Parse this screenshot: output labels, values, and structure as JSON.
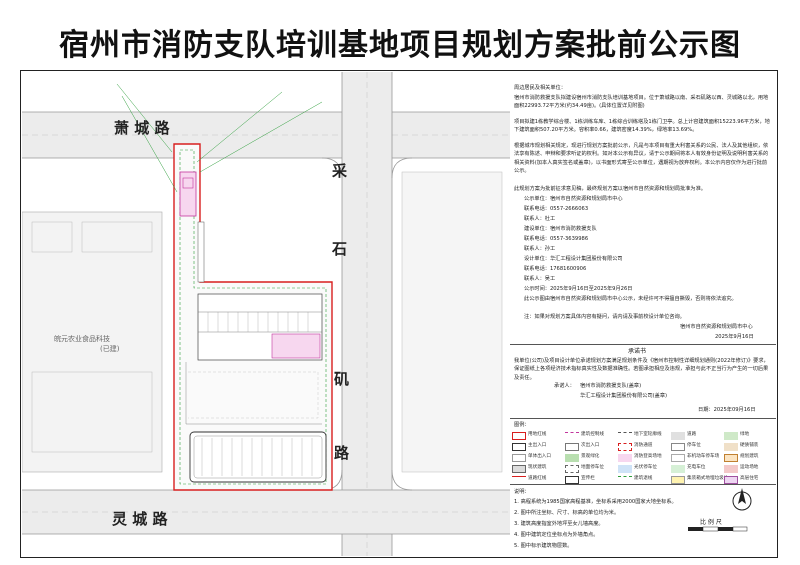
{
  "title": "宿州市消防支队培训基地项目规划方案批前公示图",
  "roads": {
    "north": "萧 城 路",
    "east": [
      "采",
      "石",
      "矶",
      "路"
    ],
    "south": "灵 城 路"
  },
  "neighbor": {
    "name": "皖元农业食品科技",
    "sub": "(已建)"
  },
  "notice": {
    "heading": "周边居民及相关单位：",
    "paragraphs": [
      "宿州市消防救援支队拟建设宿州市消防支队培训基地项目。位于萧城路以南、采石矶路以西、灵城路以北，用地面积22993.72平方米(约34.49亩)。(具体位置详见附图)",
      "项目拟建1栋教学综合楼、1栋训练车库、1栋综合训练塔及1栋门卫亭。总上计容建筑面积15223.96平方米，地下建筑面积507.20平方米。容积率0.66，建筑密度14.39%，绿地率13.69%。",
      "根据城市规划相关规定，现进行规划方案批前公示，凡是与本项目有重大利害关系的公民、法人及其他组织，依法享有陈述、申辩和要求听证的权利。如对本公示有异议，请于公示期间将本人有效身份证明及说明利害关系的相关资料(加本人真实签名或盖章)，以书面形式寄至公示单位，遇期视为放弃权利。本公示内容仅作为进行批前公示。",
      "此规划方案为批前征求意见稿，最终规划方案以宿州市自然资源和规划局批准为准。"
    ],
    "contacts": [
      "公示单位：宿州市自然资源和规划局市中心",
      "联系电话：0557-2666063",
      "联系人：杜工",
      "建设单位：宿州市消防救援支队",
      "联系电话：0557-3639986",
      "联系人：孙工",
      "设计单位：华汇工程设计集团股份有限公司",
      "联系电话：17681600906",
      "联系人：吴工"
    ],
    "period": "公示时间：2025年9月16日至2025年9月26日",
    "location": "此公示图由宿州市自然资源和规划局市中心公示，未经许可不得擅自撕毁，否则将依法追究。",
    "remark": "注：如果对规划方案具体内容有疑问，请内请及事前校设计单位咨询。",
    "signature": "宿州市自然资源和规划局市中心",
    "date": "2025年9月16日"
  },
  "commitment": {
    "heading": "承诺书",
    "body": "我单位(公司)及项目设计单位承诺规划方案满足规划条件及《宿州市控制性详细规划通则(2022年修订)》要求，保证图纸上各项经济技术指标真实性及数据准确性。若图承担相应及违规，承担与此不正当行为产生的一切后果及责任。",
    "party1_label": "承诺人：",
    "party1": "宿州市消防救援支队(盖章)",
    "party2": "华汇工程设计集团股份有限公司(盖章)",
    "date": "日期：2025年09月16日"
  },
  "legend": {
    "heading": "图例：",
    "items": [
      "用地红线",
      "建筑控制线",
      "地下室轮廓线",
      "道路",
      "绿地",
      "主出入口",
      "次出入口",
      "消防通道",
      "停车位",
      "硬质铺装",
      "单体出入口",
      "景观绿化",
      "消防登高场地",
      "非机动车停车场",
      "规划建筑",
      "现状建筑",
      "地面停车位",
      "光伏停车位",
      "充电车位",
      "运动场地",
      "道路红线",
      "宣传栏",
      "建筑退线",
      "集装箱式地埋垃圾站",
      "高层住宅"
    ]
  },
  "notes": {
    "heading": "说明：",
    "items": [
      "1. 高程系统为1985国家高程基准，坐标系采用2000国家大地坐标系。",
      "2. 图中所注坐标、尺寸、标高的单位均为米。",
      "3. 建筑高度指室外地坪至女儿墙高度。",
      "4. 图中建筑定位坐标点为外墙角点。",
      "5. 图中标示建筑物层数。"
    ]
  },
  "scale_label": "比 例 尺",
  "colors": {
    "red_line": "#d81e1e",
    "green_line": "#2e9e3b",
    "magenta": "#c2359d",
    "gray_road": "#bfbfbf"
  }
}
